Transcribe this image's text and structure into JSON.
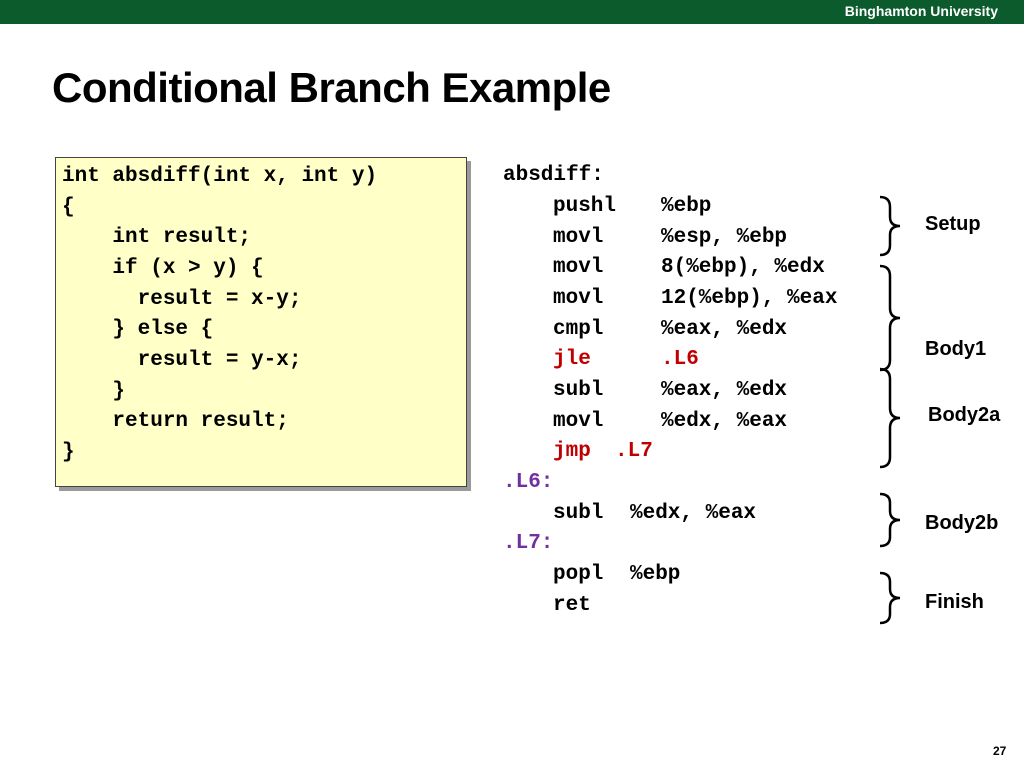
{
  "header": {
    "university": "Binghamton University"
  },
  "title": "Conditional Branch Example",
  "c_code": [
    "int absdiff(int x, int y)",
    "{",
    "    int result;",
    "    if (x > y) {",
    "      result = x-y;",
    "    } else {",
    "      result = y-x;",
    "    }",
    "    return result;",
    "}"
  ],
  "asm": {
    "fn_label": "absdiff:",
    "l6_label": ".L6:",
    "l7_label": ".L7:",
    "instructions": [
      {
        "op": "pushl",
        "args": "%ebp"
      },
      {
        "op": "movl",
        "args": "%esp, %ebp"
      },
      {
        "op": "movl",
        "args": "8(%ebp), %edx"
      },
      {
        "op": "movl",
        "args": "12(%ebp), %eax"
      },
      {
        "op": "cmpl",
        "args": "%eax, %edx"
      },
      {
        "op": "jle",
        "args": ".L6"
      },
      {
        "op": "subl",
        "args": "%eax, %edx"
      },
      {
        "op": "movl",
        "args": "%edx, %eax"
      },
      {
        "op": "jmp",
        "args": ".L7"
      },
      {
        "op": "subl",
        "args": "%edx, %eax"
      },
      {
        "op": "popl",
        "args": "%ebp"
      },
      {
        "op": "ret",
        "args": ""
      }
    ]
  },
  "sections": {
    "setup": "Setup",
    "body1": "Body1",
    "body2a": "Body2a",
    "body2b": "Body2b",
    "finish": "Finish"
  },
  "colors": {
    "header_bg": "#0b5b2d",
    "code_box_bg": "#ffffc8",
    "label_purple": "#7030a0",
    "jump_red": "#c00000"
  },
  "page_number": "27"
}
